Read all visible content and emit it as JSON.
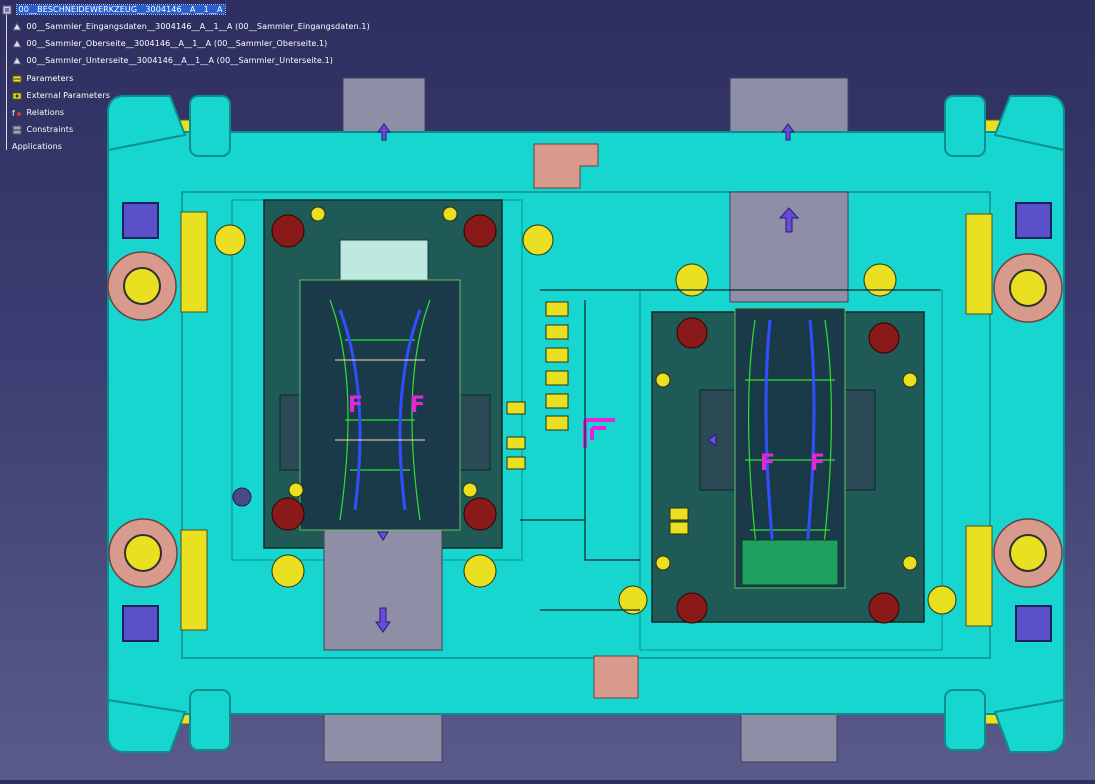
{
  "tree": {
    "root": {
      "label": "00__BESCHNEIDEWERKZEUG__3004146__A__1__A",
      "icon": "product-icon"
    },
    "children": [
      {
        "label": "00__Sammler_Eingangsdaten__3004146__A__1__A (00__Sammler_Eingangsdaten.1)",
        "icon": "part-icon"
      },
      {
        "label": "00__Sammler_Oberseite__3004146__A__1__A (00__Sammler_Oberseite.1)",
        "icon": "part-icon"
      },
      {
        "label": "00__Sammler_Unterseite__3004146__A__1__A (00__Sammler_Unterseite.1)",
        "icon": "part-icon"
      },
      {
        "label": "Parameters",
        "icon": "parameters-icon"
      },
      {
        "label": "External Parameters",
        "icon": "external-parameters-icon"
      },
      {
        "label": "Relations",
        "icon": "relations-icon"
      },
      {
        "label": "Constraints",
        "icon": "constraints-icon"
      },
      {
        "label": "Applications",
        "icon": ""
      }
    ]
  },
  "colors": {
    "background_top": "#2e2f60",
    "background_bottom": "#5a5b8a",
    "die_plate": "#17d6d0",
    "die_edge": "#0c8f8c",
    "dark_teal": "#1f5a57",
    "yellow": "#e8e020",
    "pink": "#d99a8e",
    "magenta": "#e028d8",
    "slider_gray": "#8e8ea6",
    "dark_red": "#8a1a1a",
    "purple": "#5a50c8",
    "selection": "#2a5fd0"
  }
}
